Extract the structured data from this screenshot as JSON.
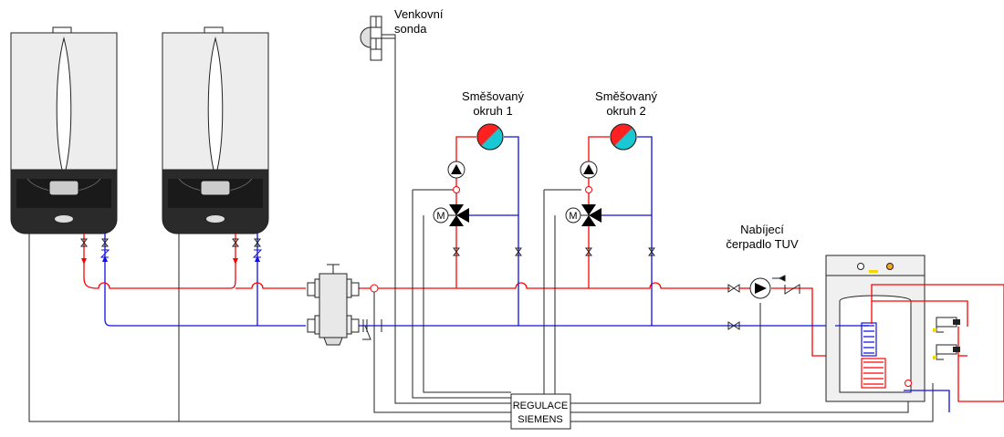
{
  "labels": {
    "outdoor_sensor_line1": "Venkovní",
    "outdoor_sensor_line2": "sonda",
    "mixed_circuit1_line1": "Směšovaný",
    "mixed_circuit1_line2": "okruh 1",
    "mixed_circuit2_line1": "Směšovaný",
    "mixed_circuit2_line2": "okruh 2",
    "dhw_pump_line1": "Nabíjecí",
    "dhw_pump_line2": "čerpadlo TUV",
    "controller_line1": "REGULACE",
    "controller_line2": "SIEMENS",
    "motor_letter": "M"
  },
  "colors": {
    "supply": "#ff0000",
    "return": "#1010e0",
    "signal": "#222222",
    "boiler_body": "#e6e6e6",
    "boiler_front": "#2a2a2a",
    "circuit_icon_hot": "#ff2020",
    "circuit_icon_cold": "#19c8d2",
    "indicator_yellow": "#f2d600"
  },
  "icons": {
    "boiler": "gas-boiler-icon",
    "hydraulic_separator": "hydraulic-separator-icon",
    "pump": "pump-icon",
    "mixing_valve": "three-way-mixing-valve-icon",
    "ball_valve": "ball-valve-icon",
    "check_valve": "check-valve-icon",
    "outdoor_sensor": "outdoor-sensor-icon",
    "heating_circuit": "heating-circuit-icon",
    "dhw_tank": "hot-water-tank-icon",
    "tap": "water-tap-icon"
  }
}
